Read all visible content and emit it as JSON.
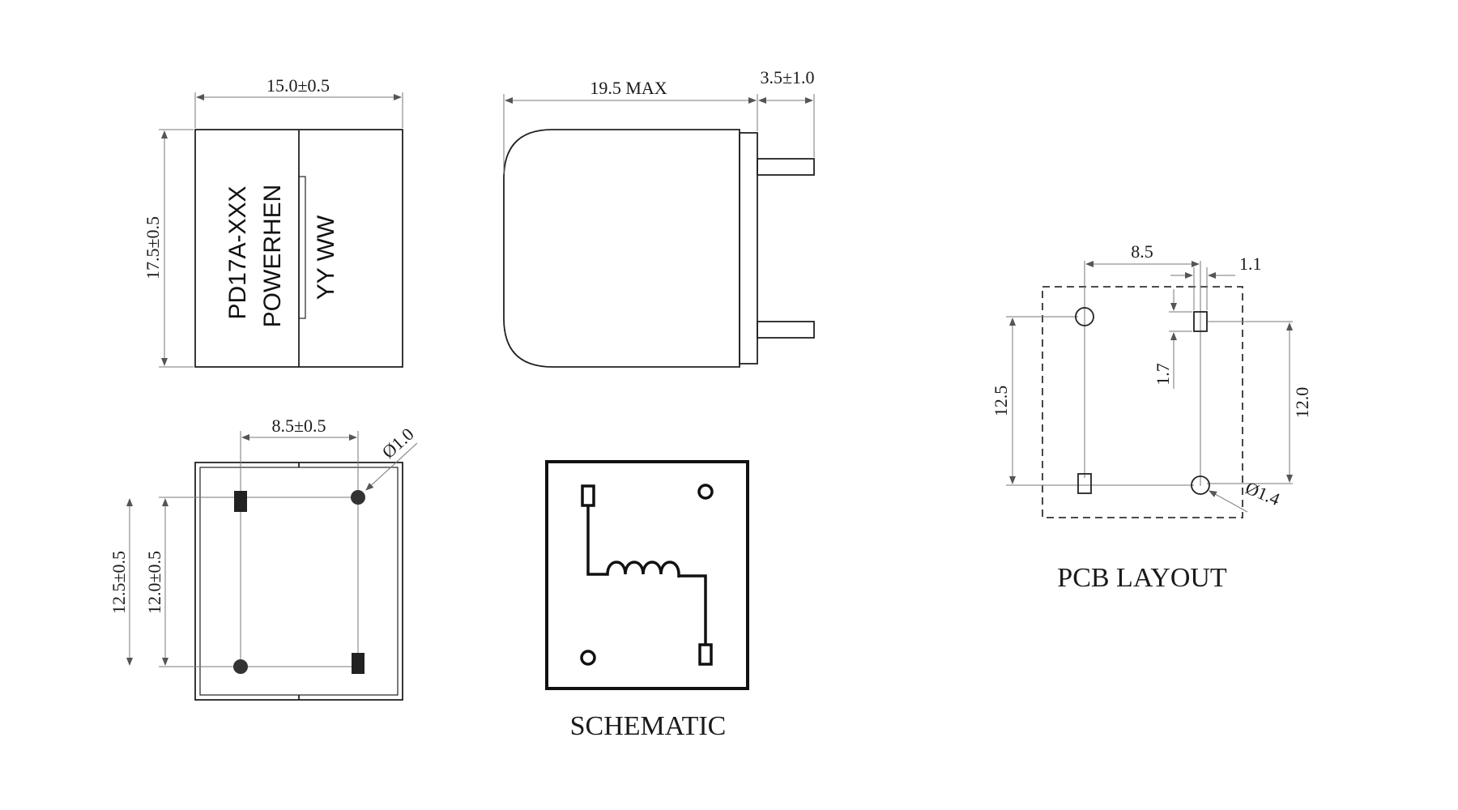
{
  "top_view": {
    "width_dim": "15.0±0.5",
    "height_dim": "17.5±0.5",
    "marking": {
      "part_number": "PD17A-XXX",
      "brand": "POWERHEN",
      "date_code": "YY WW"
    }
  },
  "side_view": {
    "length_dim": "19.5 MAX",
    "pin_length_dim": "3.5±1.0"
  },
  "bottom_view": {
    "pitch_dim": "8.5±0.5",
    "pin_diameter_dim": "Ø1.0",
    "outer_row_dim": "12.5±0.5",
    "inner_row_dim": "12.0±0.5"
  },
  "schematic": {
    "caption": "SCHEMATIC"
  },
  "pcb_layout": {
    "caption": "PCB LAYOUT",
    "pitch_dim": "8.5",
    "pad_width_dim": "1.1",
    "pad_length_dim": "1.7",
    "left_span_dim": "12.5",
    "right_span_dim": "12.0",
    "hole_diameter_dim": "Ø1.4"
  }
}
